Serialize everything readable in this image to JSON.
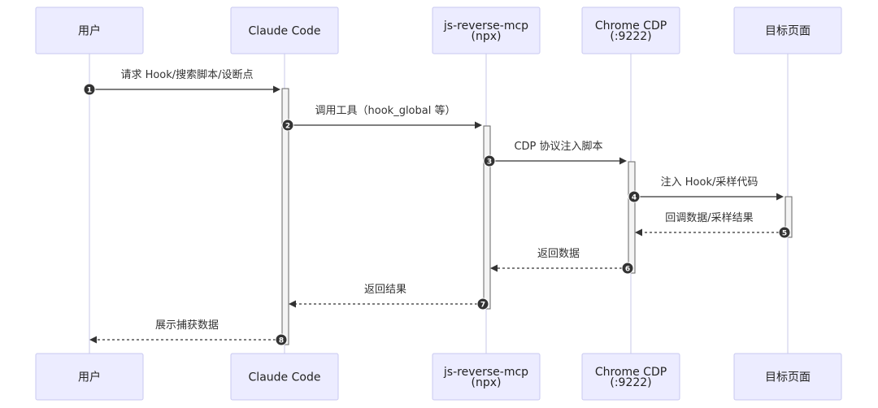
{
  "participants": [
    {
      "key": "user",
      "lines": [
        "用户"
      ]
    },
    {
      "key": "claude",
      "lines": [
        "Claude Code"
      ]
    },
    {
      "key": "mcp",
      "lines": [
        "js-reverse-mcp",
        "(npx)"
      ]
    },
    {
      "key": "cdp",
      "lines": [
        "Chrome CDP",
        "(:9222)"
      ]
    },
    {
      "key": "page",
      "lines": [
        "目标页面"
      ]
    }
  ],
  "messages": [
    {
      "seq": "1",
      "from": "user",
      "to": "claude",
      "label": "请求 Hook/搜索脚本/设断点",
      "style": "solid"
    },
    {
      "seq": "2",
      "from": "claude",
      "to": "mcp",
      "label": "调用工具（hook_global 等）",
      "style": "solid"
    },
    {
      "seq": "3",
      "from": "mcp",
      "to": "cdp",
      "label": "CDP 协议注入脚本",
      "style": "solid"
    },
    {
      "seq": "4",
      "from": "cdp",
      "to": "page",
      "label": "注入 Hook/采样代码",
      "style": "solid"
    },
    {
      "seq": "5",
      "from": "page",
      "to": "cdp",
      "label": "回调数据/采样结果",
      "style": "dashed"
    },
    {
      "seq": "6",
      "from": "cdp",
      "to": "mcp",
      "label": "返回数据",
      "style": "dashed"
    },
    {
      "seq": "7",
      "from": "mcp",
      "to": "claude",
      "label": "返回结果",
      "style": "dashed"
    },
    {
      "seq": "8",
      "from": "claude",
      "to": "user",
      "label": "展示捕获数据",
      "style": "dashed"
    }
  ]
}
